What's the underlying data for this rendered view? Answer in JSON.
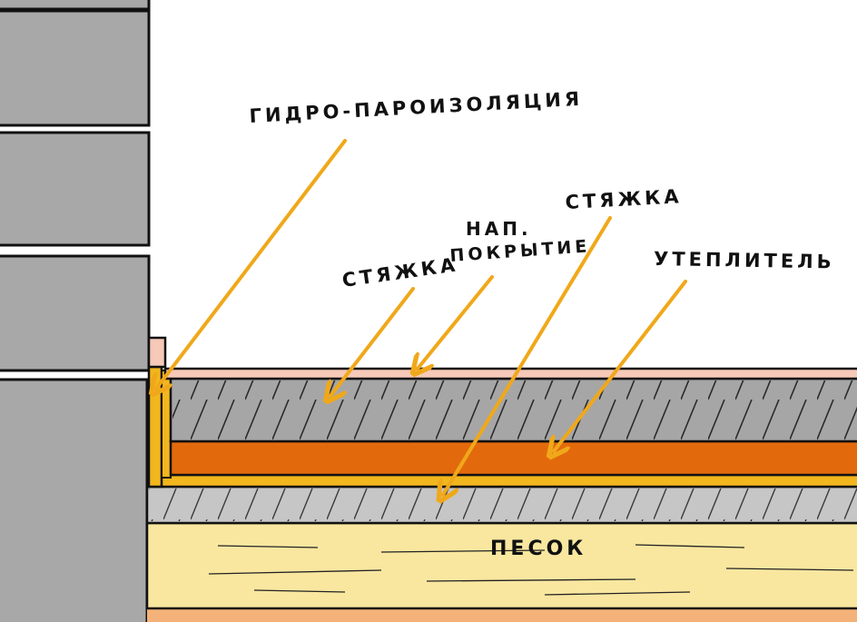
{
  "diagram": {
    "labels": {
      "waterproofing": "ГИДРО-ПАРОИЗОЛЯЦИЯ",
      "screed_upper": "СТЯЖКА",
      "floor_covering_line1": "НАП.",
      "floor_covering_line2": "ПОКРЫТИЕ",
      "screed_lower": "СТЯЖКА",
      "insulation": "УТЕПЛИТЕЛЬ",
      "sand": "ПЕСОК"
    },
    "colors": {
      "wall_block": "#a8a8a8",
      "floor_covering": "#f6c9b8",
      "screed": "#a6a6a6",
      "insulation": "#e36a0c",
      "waterproofing": "#f2b61e",
      "lower_screed": "#c6c6c6",
      "sand": "#f9e7a0",
      "base": "#f4b27a",
      "arrow": "#f0a81a",
      "outline": "#111111"
    }
  }
}
